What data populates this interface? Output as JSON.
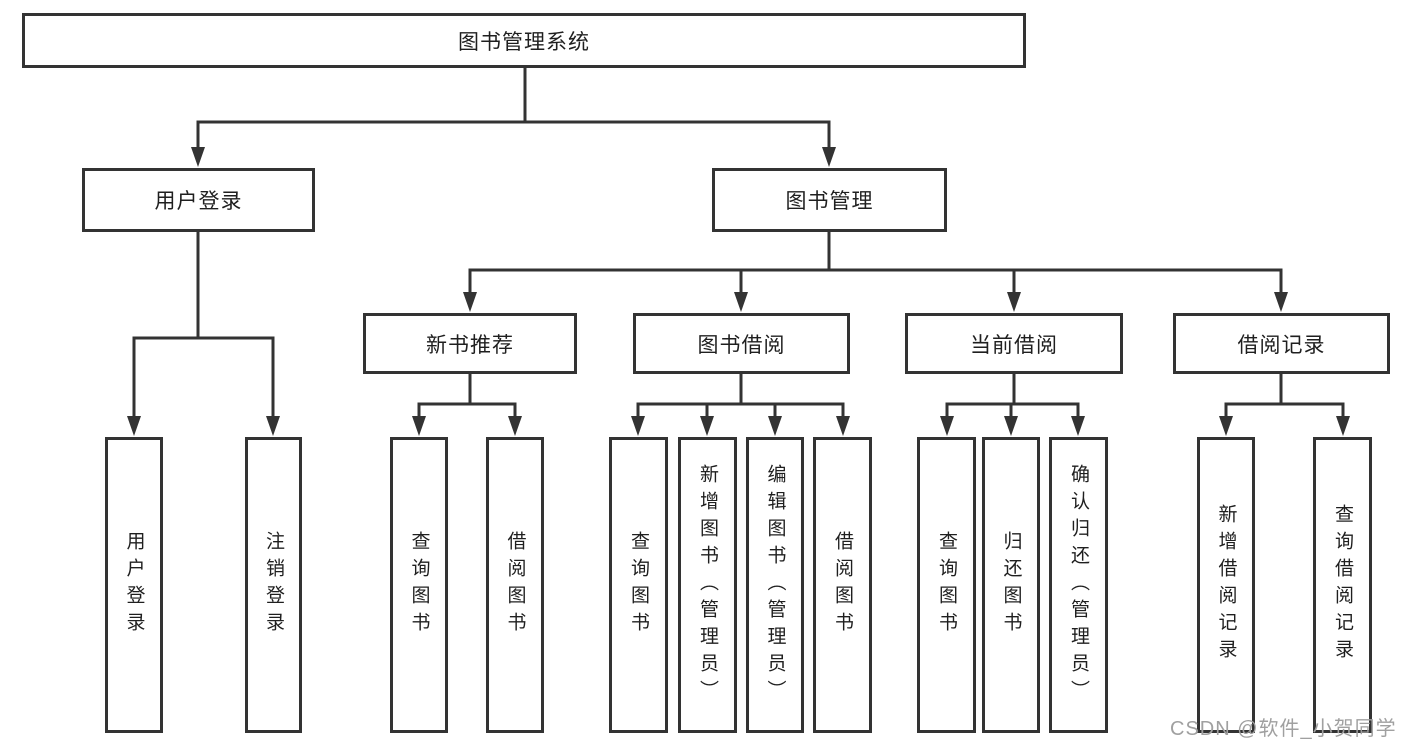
{
  "tree": {
    "root": {
      "label": "图书管理系统"
    },
    "branches": [
      {
        "label": "用户登录",
        "children": [
          {
            "label": "用户登录"
          },
          {
            "label": "注销登录"
          }
        ]
      },
      {
        "label": "图书管理",
        "children": [
          {
            "label": "新书推荐",
            "children": [
              {
                "label": "查询图书"
              },
              {
                "label": "借阅图书"
              }
            ]
          },
          {
            "label": "图书借阅",
            "children": [
              {
                "label": "查询图书"
              },
              {
                "label": "新增图书（管理员）"
              },
              {
                "label": "编辑图书（管理员）"
              },
              {
                "label": "借阅图书"
              }
            ]
          },
          {
            "label": "当前借阅",
            "children": [
              {
                "label": "查询图书"
              },
              {
                "label": "归还图书"
              },
              {
                "label": "确认归还（管理员）"
              }
            ]
          },
          {
            "label": "借阅记录",
            "children": [
              {
                "label": "新增借阅记录"
              },
              {
                "label": "查询借阅记录"
              }
            ]
          }
        ]
      }
    ]
  },
  "watermark": {
    "text": "CSDN @软件_小贺同学"
  },
  "palette": {
    "line": "#333333",
    "text": "#1f1f1f",
    "watermark": "#a0a0a0",
    "background": "#ffffff"
  }
}
